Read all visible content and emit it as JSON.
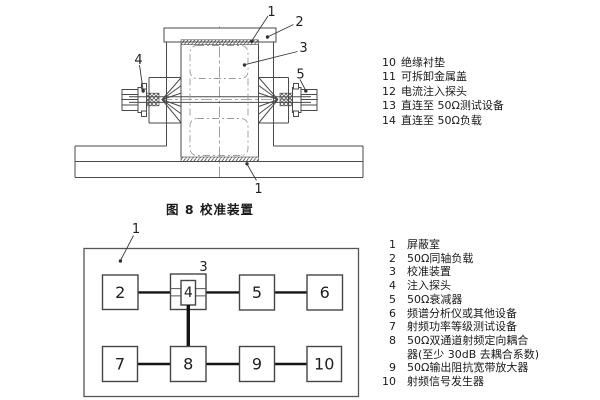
{
  "colors": {
    "ink": "#1a1a1a",
    "line": "#4a4a4a",
    "connection": "#141414"
  },
  "figure8": {
    "caption": "图 8 校准装置",
    "callouts": [
      "1",
      "2",
      "3",
      "4",
      "5",
      "1"
    ]
  },
  "legend_top": {
    "items": [
      {
        "num": "10",
        "text": "绝缘衬垫"
      },
      {
        "num": "11",
        "text": "可拆卸金属盖"
      },
      {
        "num": "12",
        "text": "电流注入探头"
      },
      {
        "num": "13",
        "text": "直连至 50Ω测试设备"
      },
      {
        "num": "14",
        "text": "直连至 50Ω负载"
      }
    ]
  },
  "diagram": {
    "room_callout": "1",
    "device_callout": "3",
    "boxes": [
      "2",
      "4",
      "5",
      "6",
      "7",
      "8",
      "9",
      "10"
    ]
  },
  "legend_bottom": {
    "items": [
      {
        "num": "1",
        "text": "屏蔽室"
      },
      {
        "num": "2",
        "text": "50Ω同轴负载"
      },
      {
        "num": "3",
        "text": "校准装置"
      },
      {
        "num": "4",
        "text": "注入探头"
      },
      {
        "num": "5",
        "text": "50Ω衰减器"
      },
      {
        "num": "6",
        "text": "频谱分析仪或其他设备"
      },
      {
        "num": "7",
        "text": "射频功率等级测试设备"
      },
      {
        "num": "8",
        "text": "50Ω双通道射频定向耦合"
      },
      {
        "num": "",
        "text": "器(至少 30dB 去耦合系数)"
      },
      {
        "num": "9",
        "text": "50Ω输出阻抗宽带放大器"
      },
      {
        "num": "10",
        "text": "射频信号发生器"
      }
    ]
  }
}
